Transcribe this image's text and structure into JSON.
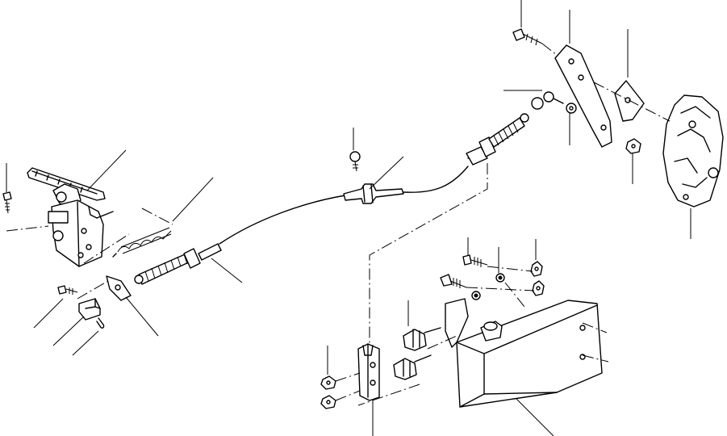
{
  "figure": {
    "kind": "exploded-parts-diagram",
    "background": "#ffffff",
    "ink": "#000000"
  },
  "parts": [
    {
      "id": "pedal",
      "icon": "accelerator-pedal-icon"
    },
    {
      "id": "pedal-bracket",
      "icon": "bracket-icon"
    },
    {
      "id": "pedal-bolt",
      "icon": "bolt-icon"
    },
    {
      "id": "return-spring",
      "icon": "spring-icon"
    },
    {
      "id": "cable-end-pedal",
      "icon": "threaded-rod-icon"
    },
    {
      "id": "cable-plate",
      "icon": "plate-icon"
    },
    {
      "id": "bolt-small",
      "icon": "bolt-icon"
    },
    {
      "id": "block",
      "icon": "block-icon"
    },
    {
      "id": "cotter-pin",
      "icon": "pin-icon"
    },
    {
      "id": "throttle-cable",
      "icon": "cable-icon"
    },
    {
      "id": "cable-clamp",
      "icon": "clamp-icon"
    },
    {
      "id": "clamp-bolt",
      "icon": "bolt-icon"
    },
    {
      "id": "cable-end-engine",
      "icon": "threaded-rod-icon"
    },
    {
      "id": "engine-bracket-plate",
      "icon": "plate-icon"
    },
    {
      "id": "small-plate",
      "icon": "plate-icon"
    },
    {
      "id": "top-bolt",
      "icon": "bolt-icon"
    },
    {
      "id": "ball-joint",
      "icon": "ball-joint-icon"
    },
    {
      "id": "nut-top",
      "icon": "nut-icon"
    },
    {
      "id": "injection-pump",
      "icon": "pump-icon"
    },
    {
      "id": "lower-bracket",
      "icon": "bracket-icon"
    },
    {
      "id": "stop-bolts",
      "icon": "bolt-icon"
    },
    {
      "id": "stop-nuts",
      "icon": "nut-icon"
    },
    {
      "id": "dampers",
      "icon": "damper-icon"
    },
    {
      "id": "lever-plate",
      "icon": "plate-icon"
    },
    {
      "id": "lever-nuts",
      "icon": "nut-icon"
    }
  ]
}
